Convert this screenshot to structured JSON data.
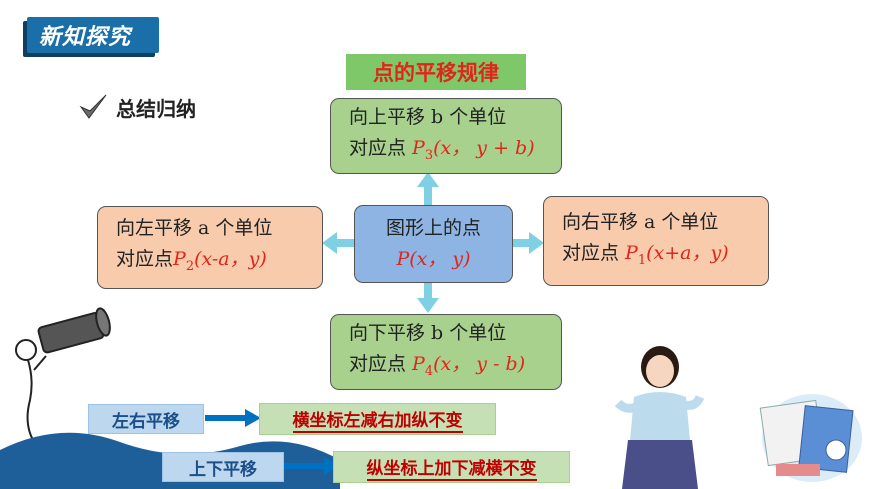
{
  "header": {
    "tag": "新知探究",
    "heading": "点的平移规律",
    "summary": "总结归纳"
  },
  "boxes": {
    "up": {
      "line1": "向上平移 b 个单位",
      "prefix": "对应点 ",
      "p": "P",
      "sub": "3",
      "coords": "(x，  y + b)"
    },
    "left": {
      "line1": "向左平移 a 个单位",
      "prefix": "对应点",
      "p": "P",
      "sub": "2",
      "coords": "(x-a，y)"
    },
    "center": {
      "line1": "图形上的点",
      "line2": "P(x，  y)"
    },
    "right": {
      "line1": "向右平移 a 个单位",
      "prefix": "对应点 ",
      "p": "P",
      "sub": "1",
      "coords": "(x+a，y)"
    },
    "down": {
      "line1": "向下平移 b 个单位",
      "prefix": "对应点 ",
      "p": "P",
      "sub": "4",
      "coords": "(x，  y - b)"
    }
  },
  "rules": [
    {
      "label": "左右平移",
      "result_part1": "横坐标左减右加",
      "result_part2": "纵不变"
    },
    {
      "label": "上下平移",
      "result_part1": "纵坐标上加下减",
      "result_part2": "横不变"
    }
  ],
  "colors": {
    "title_blue": "#1a6fa8",
    "heading_green": "#7ec86a",
    "red": "#e0261a",
    "arrow_blue": "#0070c0",
    "connector_cyan": "#7fd0e3"
  }
}
